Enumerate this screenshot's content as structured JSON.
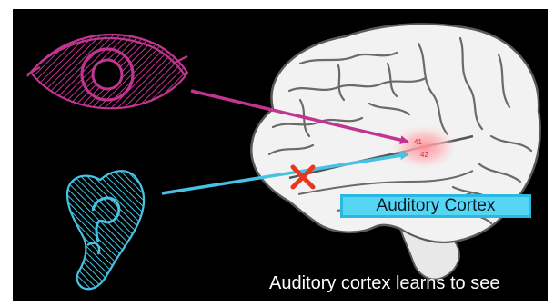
{
  "diagram": {
    "label_box": "Auditory Cortex",
    "caption": "Auditory cortex learns to see",
    "area_labels": [
      "41",
      "42"
    ]
  },
  "colors": {
    "background": "#000000",
    "eye": "#c0358f",
    "ear": "#46c3e4",
    "cortex_highlight": "#ff9aa0",
    "blocked_mark": "#e8361f",
    "label_box_fill": "#55d6f2",
    "caption_text": "#ffffff"
  },
  "icons": [
    "eye-icon",
    "ear-icon",
    "brain-illustration",
    "blocked-x-icon"
  ]
}
